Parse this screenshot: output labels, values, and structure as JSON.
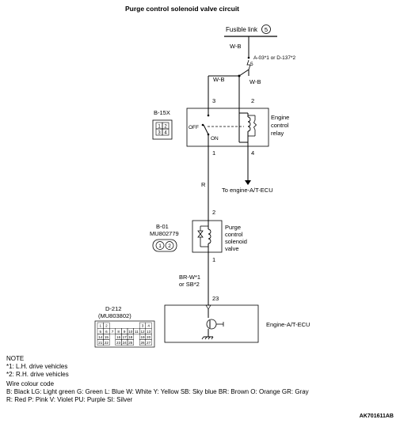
{
  "title": "Purge control solenoid valve circuit",
  "fusible_link": {
    "label": "Fusible link",
    "number": "5"
  },
  "wires": {
    "wb_top": "W-B",
    "wb_left": "W-B",
    "wb_right": "W-B",
    "r": "R",
    "brw": "BR-W*1",
    "sb": "or SB*2"
  },
  "connector_ref": {
    "text": "A-03*1 or D-137*2",
    "pin": "5"
  },
  "relay": {
    "connector": "B-15X",
    "name_lines": [
      "Engine",
      "control",
      "relay"
    ],
    "off_label": "OFF",
    "on_label": "ON",
    "pins": [
      "3",
      "2",
      "1",
      "4"
    ],
    "connector_pins": [
      "1",
      "2",
      "3",
      "4"
    ]
  },
  "to_ecu": "To engine-A/T-ECU",
  "valve": {
    "connector": "B-01",
    "part_no": "MU802779",
    "name_lines": [
      "Purge",
      "control",
      "solenoid",
      "valve"
    ],
    "pins": [
      "2",
      "1"
    ],
    "connector_pins": [
      "1",
      "2"
    ]
  },
  "ecu": {
    "connector": "D-212",
    "part_no": "(MU803802)",
    "name": "Engine-A/T-ECU",
    "pin": "23",
    "connector_rows": [
      [
        "1",
        "2",
        "",
        "",
        "",
        "3",
        "4"
      ],
      [
        "5",
        "6",
        "7",
        "8",
        "9",
        "10",
        "11",
        "12",
        "13"
      ],
      [
        "14",
        "15",
        "",
        "16",
        "17",
        "18",
        "",
        "19",
        "20"
      ],
      [
        "21",
        "22",
        "",
        "23",
        "24",
        "25",
        "",
        "26",
        "27"
      ]
    ]
  },
  "notes": {
    "heading": "NOTE",
    "lines": [
      "*1: L.H. drive vehicles",
      "*2: R.H. drive vehicles"
    ],
    "wire_code_heading": "Wire colour code",
    "wire_code_line1": "B: Black  LG: Light green  G: Green  L: Blue  W: White  Y: Yellow  SB: Sky blue  BR: Brown  O: Orange  GR: Gray",
    "wire_code_line2": "R: Red  P: Pink  V: Violet  PU: Purple  SI: Silver"
  },
  "figure_id": "AK701611AB"
}
